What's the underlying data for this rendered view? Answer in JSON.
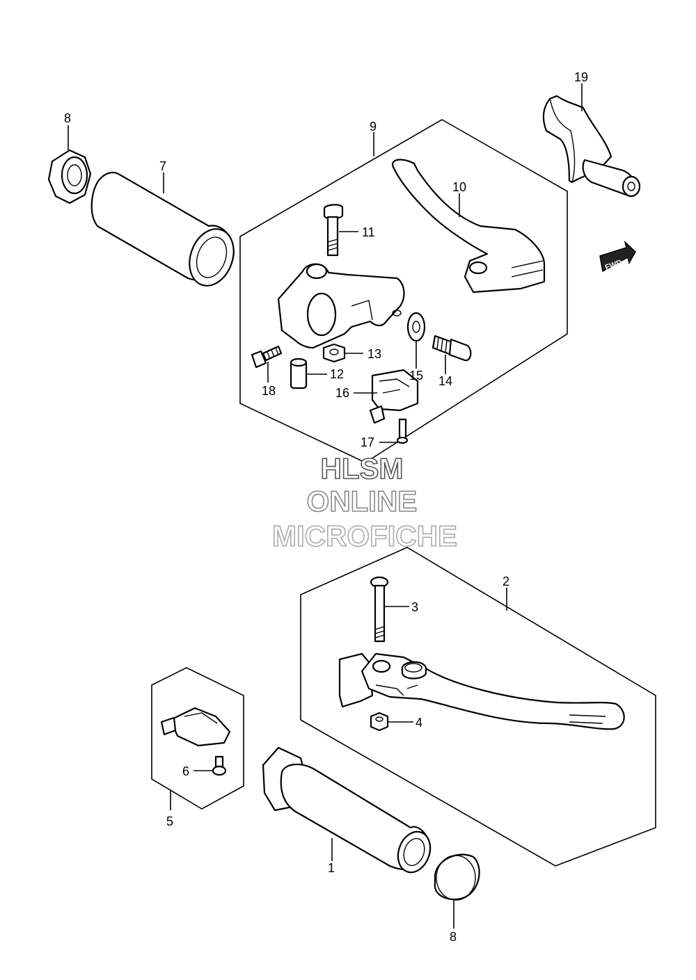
{
  "callouts": {
    "p1": "1",
    "p2": "2",
    "p3": "3",
    "p4": "4",
    "p5": "5",
    "p6": "6",
    "p7": "7",
    "p8a": "8",
    "p8b": "8",
    "p9": "9",
    "p10": "10",
    "p11": "11",
    "p12": "12",
    "p13": "13",
    "p14": "14",
    "p15": "15",
    "p16": "16",
    "p17": "17",
    "p18": "18",
    "p19": "19"
  },
  "fwd_badge": "FWD",
  "watermark": {
    "line1": "HLSM",
    "line2": "ONLINE",
    "line3": "MICROFICHE"
  },
  "colors": {
    "line": "#000000",
    "watermark_dark": "#555555",
    "watermark_mid": "#888888",
    "watermark_light": "#aaaaaa"
  }
}
